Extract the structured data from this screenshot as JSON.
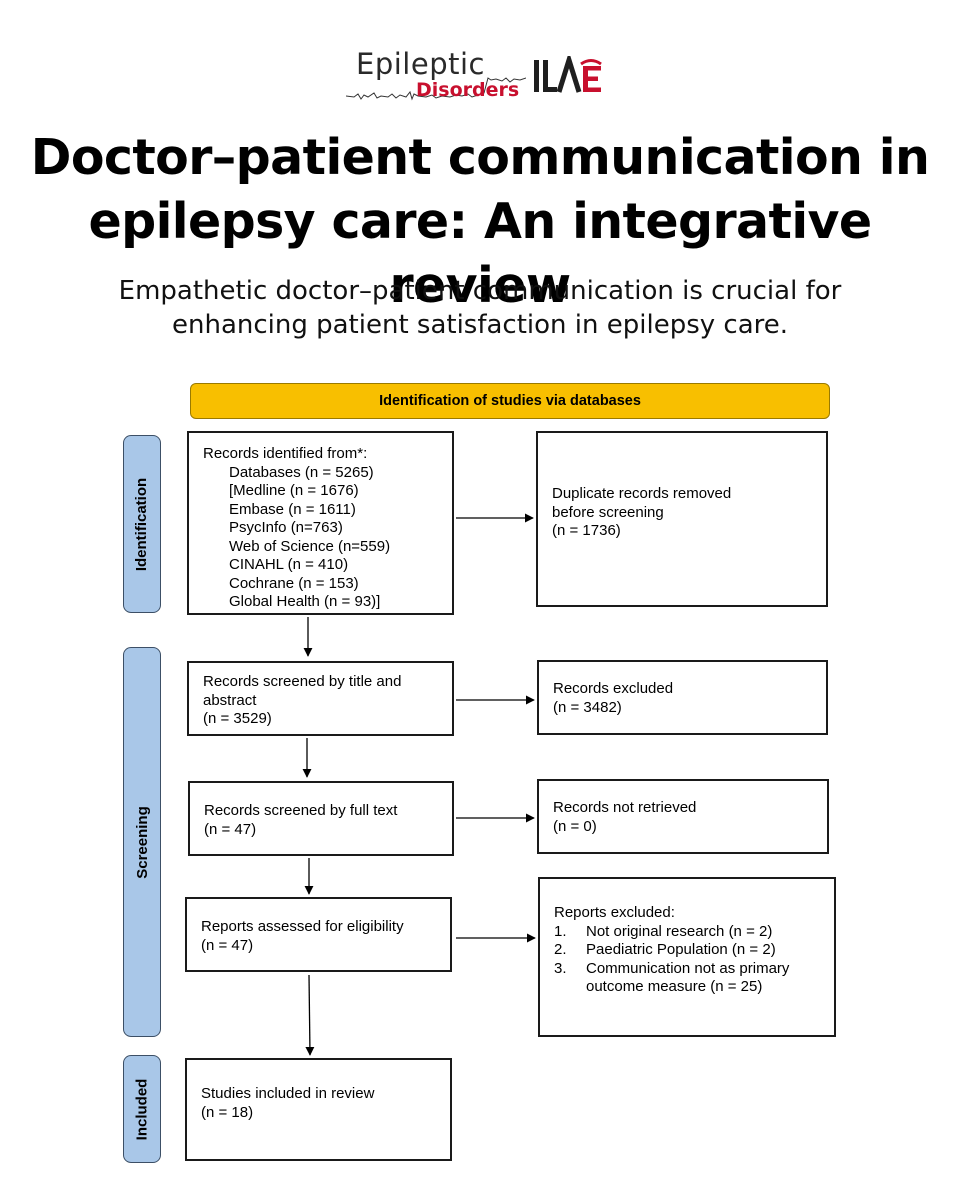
{
  "header": {
    "logo": {
      "line1": "Epileptic",
      "line2": "Disorders",
      "mark": "ILAE"
    },
    "title_lines": [
      "Doctor–patient communication in",
      "epilepsy care: An integrative review"
    ],
    "subtitle_lines": [
      "Empathetic doctor–patient communication is crucial for",
      "enhancing patient satisfaction in epilepsy care."
    ]
  },
  "flow": {
    "banner": "Identification of studies via databases",
    "phases": [
      "Identification",
      "Screening",
      "Included"
    ],
    "records_identified": {
      "heading": "Records identified from*:",
      "items": [
        "Databases (n = 5265)",
        "[Medline (n = 1676)",
        "Embase (n = 1611)",
        "PsycInfo (n=763)",
        "Web of Science (n=559)",
        "CINAHL (n = 410)",
        "Cochrane (n = 153)",
        "Global Health (n = 93)]"
      ]
    },
    "duplicates_removed": [
      "Duplicate records removed",
      "before screening",
      "(n = 1736)"
    ],
    "screened_title": [
      "Records screened by title and",
      "abstract",
      "(n = 3529)"
    ],
    "records_excluded": [
      "Records excluded",
      "(n = 3482)"
    ],
    "screened_full_text": [
      "Records screened by full text",
      "(n = 47)"
    ],
    "not_retrieved": [
      "Records not retrieved",
      "(n = 0)"
    ],
    "assessed_eligibility": [
      "Reports assessed for eligibility",
      "(n = 47)"
    ],
    "reports_excluded": {
      "heading": "Reports excluded:",
      "items": [
        {
          "num": "1.",
          "lines": [
            "Not original research (n = 2)"
          ]
        },
        {
          "num": "2.",
          "lines": [
            "Paediatric Population (n = 2)"
          ]
        },
        {
          "num": "3.",
          "lines": [
            "Communication not as primary",
            "outcome measure (n = 25)"
          ]
        }
      ]
    },
    "included": [
      "Studies included in review",
      "(n = 18)"
    ]
  },
  "colors": {
    "banner": "#f8bf00",
    "phase": "#a9c7e8",
    "brand_red": "#c8102e"
  }
}
